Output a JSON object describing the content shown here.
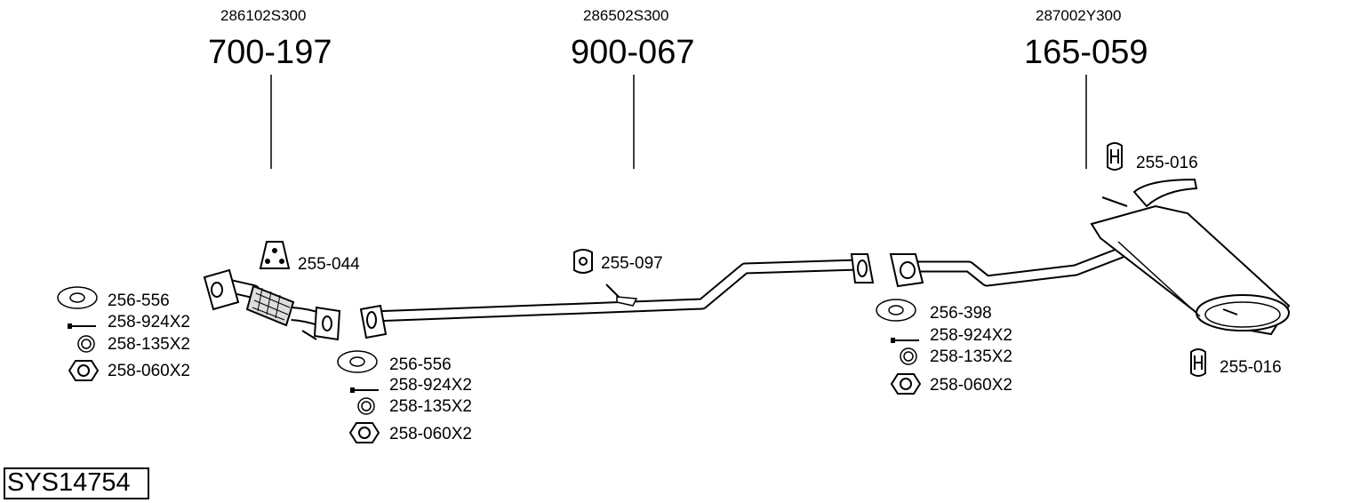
{
  "system_id": "SYS14754",
  "sections": [
    {
      "oem_number": "286102S300",
      "part_number": "700-197"
    },
    {
      "oem_number": "286502S300",
      "part_number": "900-067"
    },
    {
      "oem_number": "287002Y300",
      "part_number": "165-059"
    }
  ],
  "parts": {
    "mount_front": "255-044",
    "mount_middle": "255-097",
    "mount_rear_top": "255-016",
    "mount_rear_bottom": "255-016",
    "kit_a": {
      "gasket": "256-556",
      "bolt": "258-924X2",
      "spring": "258-135X2",
      "nut": "258-060X2"
    },
    "kit_b": {
      "gasket": "256-556",
      "bolt": "258-924X2",
      "spring": "258-135X2",
      "nut": "258-060X2"
    },
    "kit_c": {
      "gasket": "256-398",
      "bolt": "258-924X2",
      "spring": "258-135X2",
      "nut": "258-060X2"
    }
  }
}
